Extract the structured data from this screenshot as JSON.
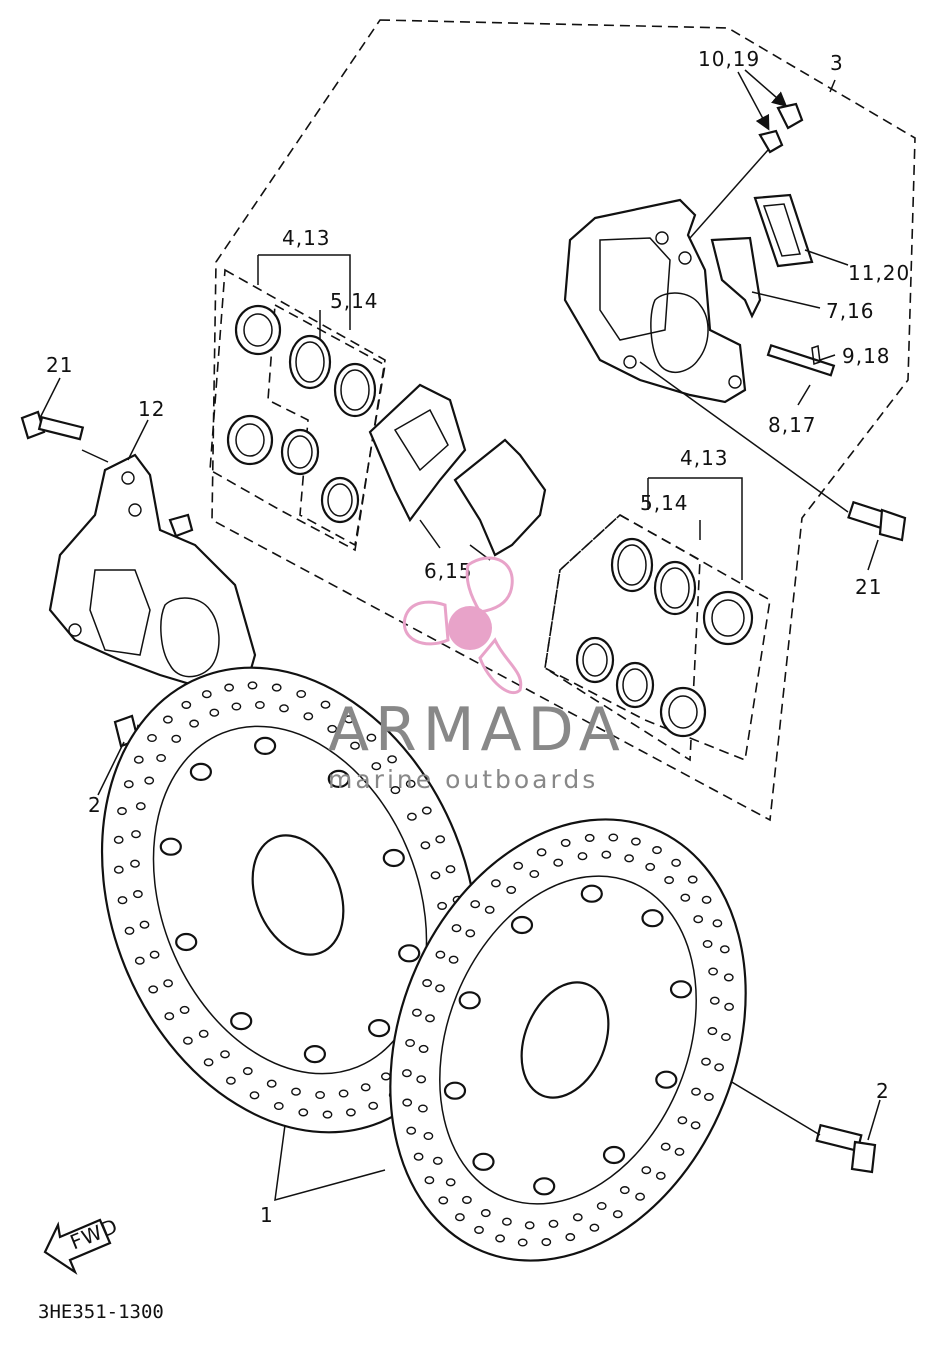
{
  "diagram": {
    "part_labels": {
      "label_1": "1",
      "label_2a": "2",
      "label_2b": "2",
      "label_3": "3",
      "label_4_13a": "4,13",
      "label_4_13b": "4,13",
      "label_5_14a": "5,14",
      "label_5_14b": "5,14",
      "label_6_15": "6,15",
      "label_7_16": "7,16",
      "label_8_17": "8,17",
      "label_9_18": "9,18",
      "label_10_19": "10,19",
      "label_11_20": "11,20",
      "label_12": "12",
      "label_21a": "21",
      "label_21b": "21"
    },
    "fwd_label": "FWD",
    "diagram_code": "3HE351-1300"
  },
  "watermark": {
    "title": "ARMADA",
    "subtitle": "marine outboards",
    "logo_color": "#e8a3c9",
    "text_color": "#888888"
  }
}
